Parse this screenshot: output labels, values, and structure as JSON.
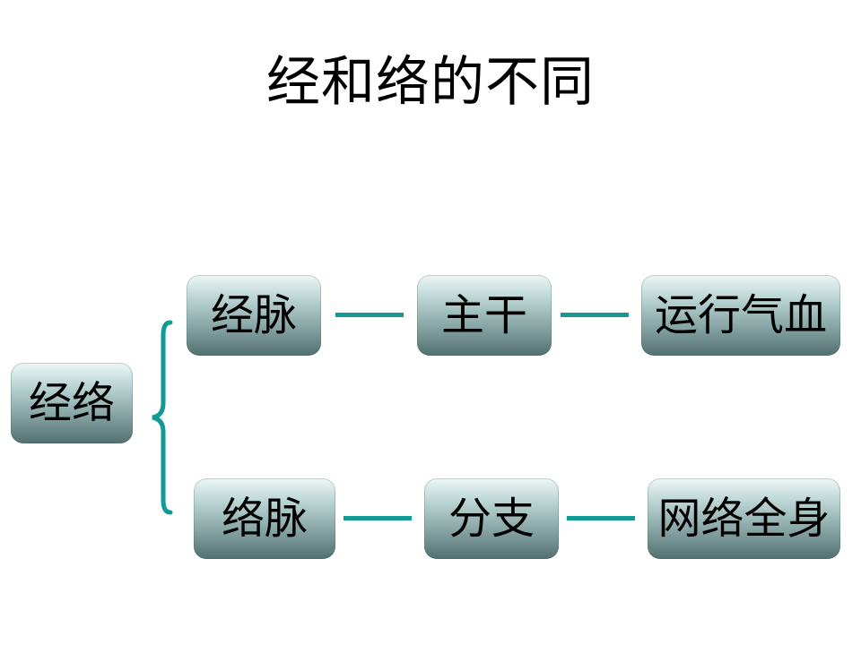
{
  "title": "经和络的不同",
  "diagram": {
    "root": {
      "label": "经络"
    },
    "branches": [
      {
        "label": "经脉",
        "role": "主干",
        "function": "运行气血"
      },
      {
        "label": "络脉",
        "role": "分支",
        "function": "网络全身"
      }
    ],
    "colors": {
      "connector": "#119a96",
      "node_top": "#eef7f6",
      "node_bottom": "#52706f",
      "text": "#000000"
    }
  }
}
